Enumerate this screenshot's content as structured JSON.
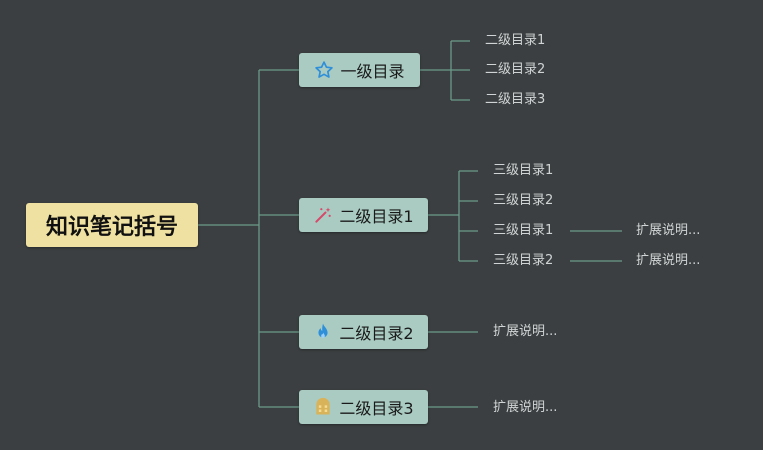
{
  "root": {
    "label": "知识笔记括号"
  },
  "branches": [
    {
      "label": "一级目录",
      "icon": "star-icon",
      "children": [
        "二级目录1",
        "二级目录2",
        "二级目录3"
      ]
    },
    {
      "label": "二级目录1",
      "icon": "magic-wand-icon",
      "children": [
        "三级目录1",
        "三级目录2",
        "三级目录1",
        "三级目录2"
      ],
      "notes": [
        "扩展说明...",
        "扩展说明..."
      ]
    },
    {
      "label": "二级目录2",
      "icon": "flame-icon",
      "note": "扩展说明..."
    },
    {
      "label": "二级目录3",
      "icon": "building-icon",
      "note": "扩展说明..."
    }
  ],
  "colors": {
    "background": "#3b3f41",
    "root": "#efe1a1",
    "node": "#a9cbc2",
    "connector": "#6b9a8a",
    "star": "#2f8fd8",
    "wand": "#d9476a",
    "flame": "#2f8fd8",
    "building": "#d9b35a"
  }
}
